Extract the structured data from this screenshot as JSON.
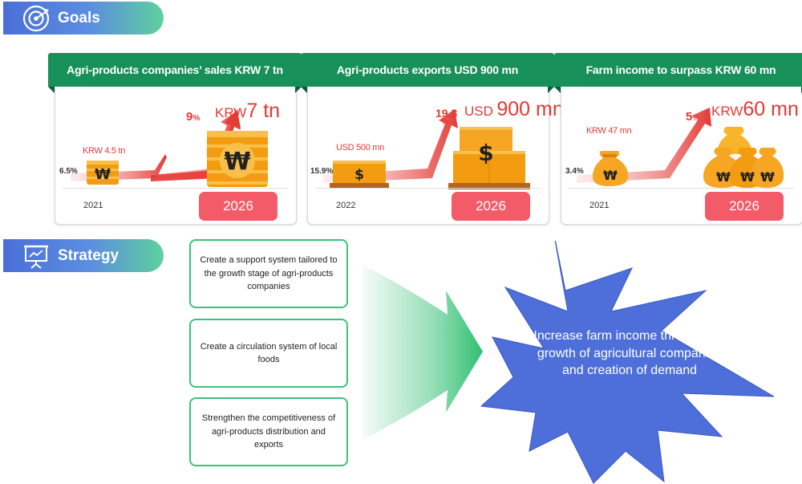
{
  "sections": {
    "goals": {
      "title": "Goals",
      "icon": "target-icon"
    },
    "strategy": {
      "title": "Strategy",
      "icon": "presentation-board-icon"
    }
  },
  "goal_cards": [
    {
      "title": "Agri-products companies’ sales KRW 7 tn",
      "start_pct": "6.5%",
      "start_value": "KRW 4.5 tn",
      "growth_value": "9",
      "growth_unit": "%",
      "target_unit": "KRW",
      "target_num": "7 tn",
      "start_year": "2021",
      "end_year": "2026",
      "graphic": "stacked-coins-icon"
    },
    {
      "title": "Agri-products exports USD 900 mn",
      "start_pct": "15.9%",
      "start_value": "USD 500 mn",
      "growth_value": "19.3",
      "growth_unit": "%",
      "target_unit": "USD",
      "target_num": "900 mn",
      "start_year": "2022",
      "end_year": "2026",
      "graphic": "cargo-boxes-icon"
    },
    {
      "title": "Farm income to surpass KRW 60 mn",
      "start_pct": "3.4%",
      "start_value": "KRW 47 mn",
      "growth_value": "5",
      "growth_unit": "%",
      "target_unit": "KRW",
      "target_num": "60 mn",
      "start_year": "2021",
      "end_year": "2026",
      "graphic": "money-bags-icon"
    }
  ],
  "strategies": [
    "Create a support system tailored to the growth stage of agri-products companies",
    "Create a circulation system of local foods",
    "Strengthen the competitiveness of agri-products distribution and exports"
  ],
  "outcome": "Increase farm income through the growth of agricultural companies and creation of demand",
  "colors": {
    "header_green": "#17905a",
    "accent_red": "#e53935",
    "year_badge": "#f25b67",
    "pill_blue": "#4a6fd8",
    "strategy_border": "#3cc27a",
    "burst_blue": "#4e6fd9"
  }
}
